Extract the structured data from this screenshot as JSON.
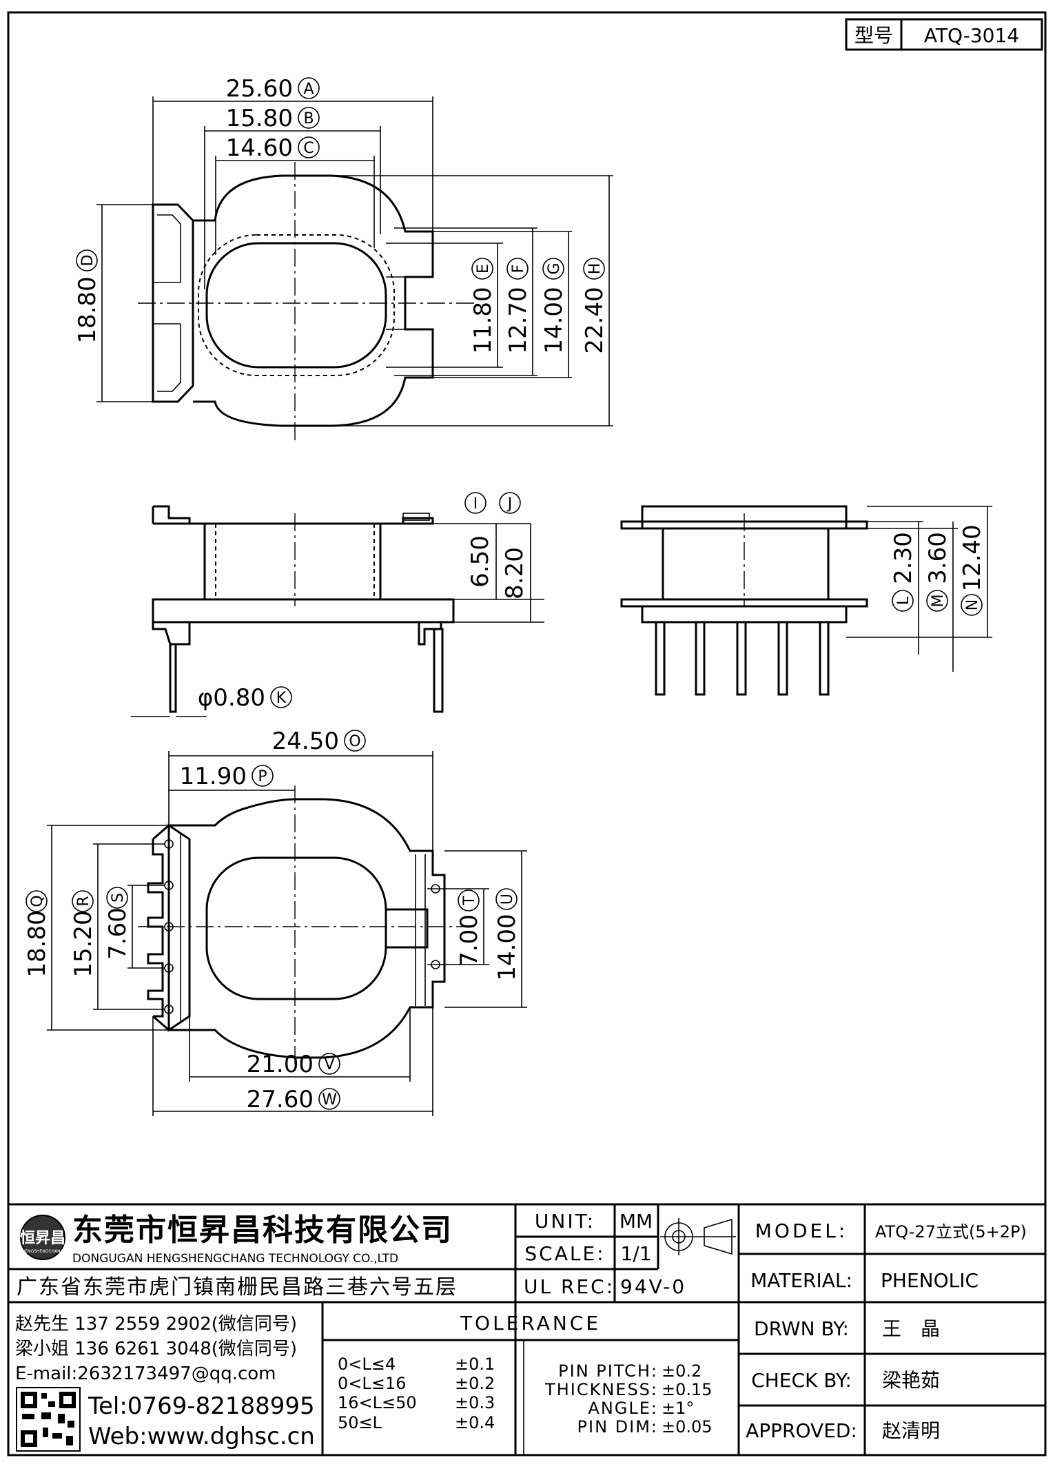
{
  "header": {
    "label_model_no": "型号",
    "model_no": "ATQ-3014"
  },
  "dimensions": [
    {
      "value": "25.60",
      "letter": "A"
    },
    {
      "value": "15.80",
      "letter": "B"
    },
    {
      "value": "14.60",
      "letter": "C"
    },
    {
      "value": "18.80",
      "letter": "D"
    },
    {
      "value": "11.80",
      "letter": "E"
    },
    {
      "value": "12.70",
      "letter": "F"
    },
    {
      "value": "14.00",
      "letter": "G"
    },
    {
      "value": "22.40",
      "letter": "H"
    },
    {
      "value": "",
      "letter": "I"
    },
    {
      "value": "",
      "letter": "J"
    },
    {
      "value": "6.50",
      "letter": ""
    },
    {
      "value": "8.20",
      "letter": ""
    },
    {
      "value": "φ0.80",
      "letter": "K"
    },
    {
      "value": "2.30",
      "letter": "L"
    },
    {
      "value": "3.60",
      "letter": "M"
    },
    {
      "value": "12.40",
      "letter": "N"
    },
    {
      "value": "24.50",
      "letter": "O"
    },
    {
      "value": "11.90",
      "letter": "P"
    },
    {
      "value": "18.80",
      "letter": "Q"
    },
    {
      "value": "15.20",
      "letter": "R"
    },
    {
      "value": "7.60",
      "letter": "S"
    },
    {
      "value": "7.00",
      "letter": "T"
    },
    {
      "value": "14.00",
      "letter": "U"
    },
    {
      "value": "21.00",
      "letter": "V"
    },
    {
      "value": "27.60",
      "letter": "W"
    }
  ],
  "company": {
    "logo_text": "恒昇昌",
    "logo_small": "HENGSHENGCHANG",
    "name_cn": "东莞市恒昇昌科技有限公司",
    "name_en": "DONGUGAN HENGSHENGCHANG TECHNOLOGY CO.,LTD",
    "address": "广东省东莞市虎门镇南栅民昌路三巷六号五层",
    "contact1": "赵先生 137 2559 2902(微信同号)",
    "contact2": "梁小姐 136 6261 3048(微信同号)",
    "email": "E-mail:2632173497@qq.com",
    "tel": "Tel:0769-82188995",
    "web": "Web:www.dghsc.cn"
  },
  "specs": {
    "unit_label": "UNIT:",
    "unit": "MM",
    "scale_label": "SCALE:",
    "scale": "1/1",
    "ul_label": "UL REC:",
    "ul": "94V-0"
  },
  "tolerance": {
    "title": "TOLERANCE",
    "rows": [
      {
        "range": "0<L≤4",
        "tol": "±0.1"
      },
      {
        "range": "0<L≤16",
        "tol": "±0.2"
      },
      {
        "range": "16<L≤50",
        "tol": "±0.3"
      },
      {
        "range": "50≤L",
        "tol": "±0.4"
      }
    ],
    "extra": [
      {
        "label": "PIN PITCH:",
        "tol": "±0.2"
      },
      {
        "label": "THICKNESS:",
        "tol": "±0.15"
      },
      {
        "label": "ANGLE:",
        "tol": "±1°"
      },
      {
        "label": "PIN DIM:",
        "tol": "±0.05"
      }
    ]
  },
  "info": {
    "model_label": "MODEL:",
    "model": "ATQ-27立式(5+2P)",
    "material_label": "MATERIAL:",
    "material": "PHENOLIC",
    "drawn_label": "DRWN BY:",
    "drawn": "王　晶",
    "check_label": "CHECK BY:",
    "check": "梁艳茹",
    "approved_label": "APPROVED:",
    "approved": "赵清明"
  }
}
